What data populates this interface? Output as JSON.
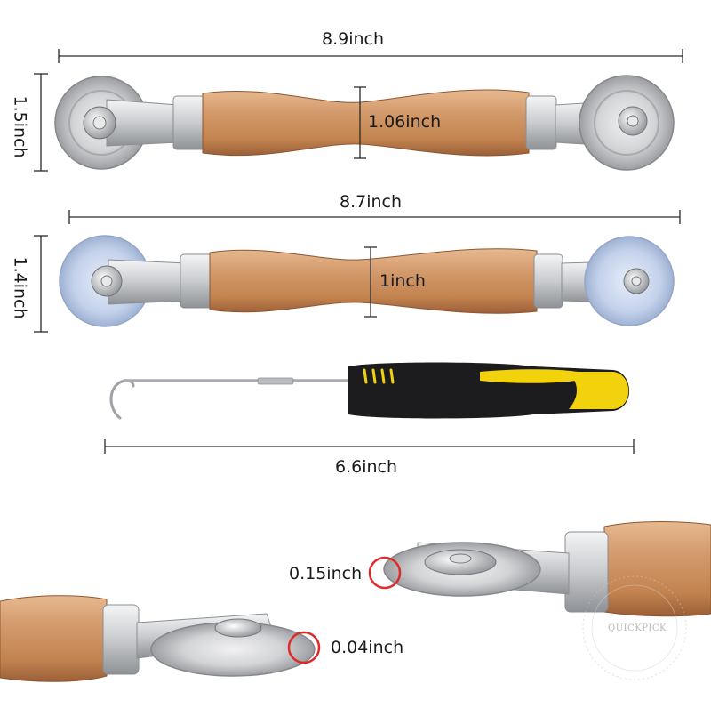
{
  "image": {
    "subject": "seam roller tool set with hook",
    "colors": {
      "wood": "#c98f63",
      "wood_dark": "#a5673e",
      "steel": "#d9dadc",
      "steel_dark": "#8d9094",
      "silicone_wheel": "#c5d3ea",
      "hook_grip_black": "#1c1c1e",
      "hook_grip_yellow": "#f2d20c",
      "highlight_circle": "#e02a2a"
    }
  },
  "dimensions": {
    "roller1_length": "8.9inch",
    "roller1_wheel_height": "1.5inch",
    "roller1_handle_diameter": "1.06inch",
    "roller2_length": "8.7inch",
    "roller2_wheel_height": "1.4inch",
    "roller2_handle_diameter": "1inch",
    "hook_length": "6.6inch",
    "wheel_edge_thick": "0.15inch",
    "wheel_edge_thin": "0.04inch"
  },
  "watermark": {
    "brand": "QUICKPICK"
  }
}
